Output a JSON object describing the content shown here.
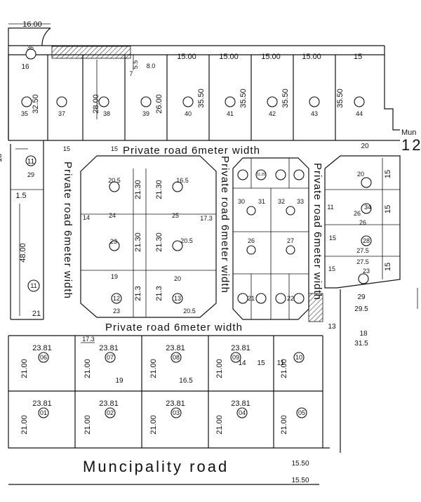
{
  "roads": {
    "top": "Private road 6meter width",
    "bottom": "Private road 6meter width",
    "left": "Private road 6meter width",
    "center": "Private road 6meter width",
    "right": "Private road 6meter width",
    "muni_bottom": "Muncipality road",
    "muni_right": "Mun"
  },
  "frontages": {
    "top_left": "16.00",
    "top_row": [
      "15.00",
      "15.00",
      "15.00",
      "15.00",
      "15"
    ],
    "top_row_depths": [
      "35.50",
      "35.50",
      "35.50",
      "35.50"
    ],
    "left_depth": "32.50",
    "depth_28": "28.00",
    "depth_26": "26.00",
    "bottom_row": [
      "23.81",
      "23.81",
      "23.81",
      "23.81"
    ],
    "bottom_row_lower": [
      "23.81",
      "23.81",
      "23.81",
      "23.81"
    ],
    "bottom_depths": [
      "21.00",
      "21.00",
      "21.00",
      "21.00",
      "21.00"
    ],
    "bottom_depths_lower": [
      "21.00",
      "21.00",
      "21.00",
      "21.00",
      "21.00"
    ],
    "block_a_depths": [
      "21.30",
      "21.30",
      "21.30",
      "21.30",
      "21.3",
      "21.3"
    ],
    "right_15": [
      "15",
      "15",
      "15"
    ],
    "left_dims": [
      "18",
      "1.5",
      "48.00",
      "21"
    ]
  },
  "plots": {
    "top_row": [
      "35",
      "37",
      "38",
      "39",
      "40",
      "41",
      "42",
      "43",
      "44",
      "36"
    ],
    "left_col": [
      "29",
      "11"
    ],
    "block_a": [
      "24",
      "25",
      "23",
      "19",
      "20",
      "12",
      "13"
    ],
    "block_b": [
      "30",
      "31",
      "32",
      "33",
      "26",
      "27",
      "21",
      "22"
    ],
    "block_c": [
      "20",
      "34",
      "28",
      "23"
    ],
    "bottom": [
      "06",
      "07",
      "08",
      "09",
      "10",
      "01",
      "02",
      "03",
      "04",
      "05"
    ]
  },
  "labels": {
    "n16": "16",
    "n5_5": "5.5",
    "n8_0": "8.0",
    "n7": "7",
    "n20r": "20",
    "n12r": "12",
    "n15a": "15",
    "n15b": "15",
    "n11": "11",
    "n29": "29",
    "n20_5": "20.5",
    "n16_5": "16.5",
    "n14": "14",
    "n17_3": "17.3",
    "n20_5b": "20.5",
    "n20_5c": "20.5",
    "n23b": "23",
    "n11c": "11",
    "n26c": "26",
    "n26d": "26",
    "n15c": "15",
    "n27_5": "27.5",
    "n27_5b": "27.5",
    "n15d": "15",
    "n29b": "29",
    "n29_5": "29.5",
    "n13": "13",
    "n18": "18",
    "n31_5": "31.5",
    "n17_3b": "17.3",
    "n19": "19",
    "n16_5b": "16.5",
    "n14b": "14",
    "n15e": "15",
    "n11e": "11",
    "n15_50a": "15.50",
    "n15_50b": "15.50",
    "n11_25": "11.25"
  }
}
